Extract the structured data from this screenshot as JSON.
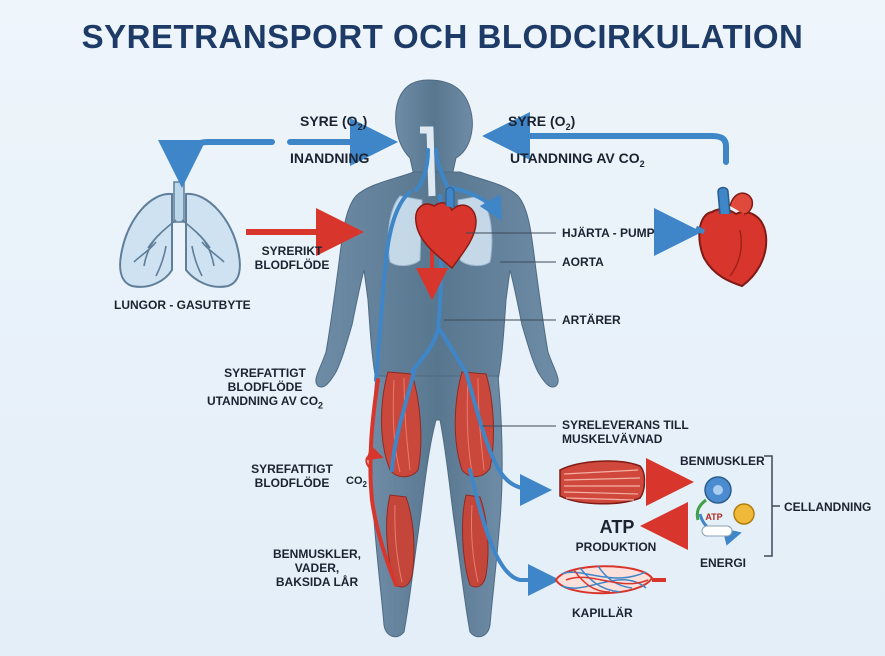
{
  "title": "SYRETRANSPORT OCH BLODCIRKULATION",
  "labels": {
    "syre_left": "SYRE (O",
    "syre_left_sub": "2",
    "syre_right": "SYRE (O",
    "syre_right_sub": "2",
    "paren_close": ")",
    "inandning": "INANDNING",
    "utandning_co2": "UTANDNING AV CO",
    "utandning_co2_sub": "2",
    "syrerikt_line1": "SYRERIKT",
    "syrerikt_line2": "BLODFLÖDE",
    "lungor": "LUNGOR - GASUTBYTE",
    "hjarta_pump": "HJÄRTA - PUMP",
    "aorta": "AORTA",
    "artarer": "ARTÄRER",
    "syrefattigt_upper_1": "SYREFATTIGT",
    "syrefattigt_upper_2": "BLODFLÖDE",
    "syrefattigt_upper_3": "UTANDNING AV CO",
    "syrefattigt_upper_3_sub": "2",
    "syreleverans_1": "SYRELEVERANS TILL",
    "syreleverans_2": "MUSKELVÄVNAD",
    "syrefattigt_lower_1": "SYREFATTIGT",
    "syrefattigt_lower_2": "BLODFLÖDE",
    "co2": "CO",
    "co2_sub": "2",
    "benmuskler_top": "BENMUSKLER",
    "cellandning": "CELLANDNING",
    "atp": "ATP",
    "produktion": "PRODUKTION",
    "energi": "ENERGI",
    "benmuskler_l1": "BENMUSKLER,",
    "benmuskler_l2": "VADER,",
    "benmuskler_l3": "BAKSIDA LÅR",
    "kapillar": "KAPILLÄR",
    "atp_icon_text": "ATP"
  },
  "colors": {
    "title": "#1d3b66",
    "body": "#5f7e99",
    "oxygen_arrow": "#3f86c8",
    "oxygenated": "#d8362c",
    "muscle": "#c9473b",
    "lung": "#bcd6ea"
  }
}
